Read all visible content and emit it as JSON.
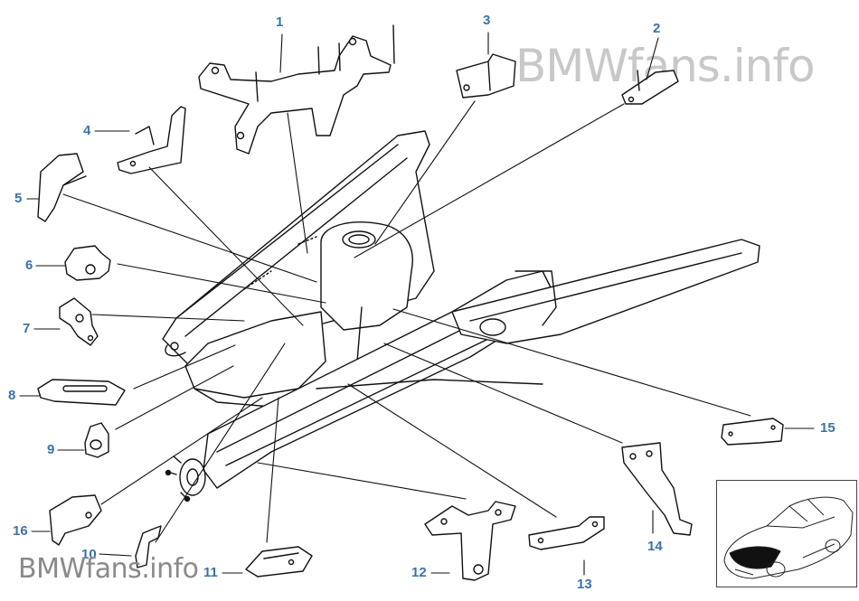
{
  "watermark": {
    "top": "BMWfans.info",
    "bottom": "BMWfans.info"
  },
  "colors": {
    "label": "#3a72ad",
    "line": "#111111",
    "watermark": "#c8c8c8"
  },
  "parts": [
    {
      "num": "1"
    },
    {
      "num": "2"
    },
    {
      "num": "3"
    },
    {
      "num": "4"
    },
    {
      "num": "5"
    },
    {
      "num": "6"
    },
    {
      "num": "7"
    },
    {
      "num": "8"
    },
    {
      "num": "9"
    },
    {
      "num": "10"
    },
    {
      "num": "11"
    },
    {
      "num": "12"
    },
    {
      "num": "13"
    },
    {
      "num": "14"
    },
    {
      "num": "15"
    },
    {
      "num": "16"
    }
  ]
}
